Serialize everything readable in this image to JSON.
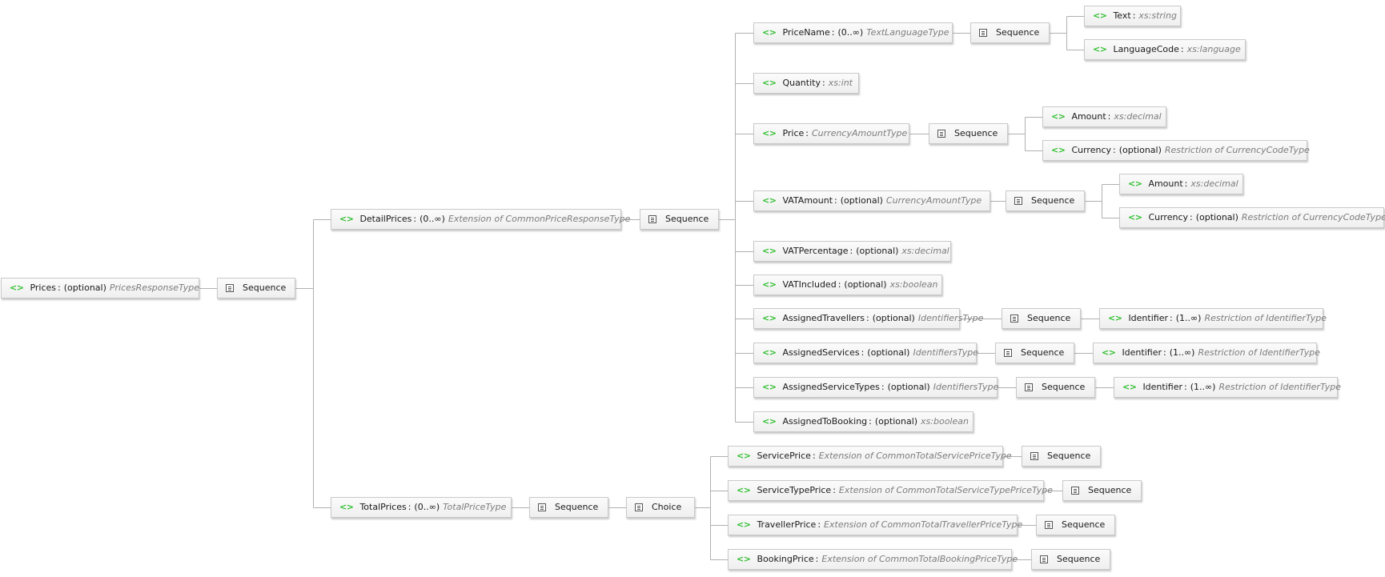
{
  "nodes": {
    "prices": {
      "name": "Prices",
      "card": "(optional)",
      "type": "PricesResponseType"
    },
    "seq_root": {
      "label": "Sequence"
    },
    "detail": {
      "name": "DetailPrices",
      "card": "(0..∞)",
      "type": "Extension of CommonPriceResponseType"
    },
    "seq_detail": {
      "label": "Sequence"
    },
    "pricename": {
      "name": "PriceName",
      "card": "(0..∞)",
      "type": "TextLanguageType"
    },
    "seq_pn": {
      "label": "Sequence"
    },
    "text": {
      "name": "Text",
      "card": "",
      "type": "xs:string"
    },
    "langcode": {
      "name": "LanguageCode",
      "card": "",
      "type": "xs:language"
    },
    "quantity": {
      "name": "Quantity",
      "card": "",
      "type": "xs:int"
    },
    "price": {
      "name": "Price",
      "card": "",
      "type": "CurrencyAmountType"
    },
    "seq_price": {
      "label": "Sequence"
    },
    "amount1": {
      "name": "Amount",
      "card": "",
      "type": "xs:decimal"
    },
    "currency1": {
      "name": "Currency",
      "card": "(optional)",
      "type": "Restriction of CurrencyCodeType"
    },
    "vatamount": {
      "name": "VATAmount",
      "card": "(optional)",
      "type": "CurrencyAmountType"
    },
    "seq_vat": {
      "label": "Sequence"
    },
    "amount2": {
      "name": "Amount",
      "card": "",
      "type": "xs:decimal"
    },
    "currency2": {
      "name": "Currency",
      "card": "(optional)",
      "type": "Restriction of CurrencyCodeType"
    },
    "vatpct": {
      "name": "VATPercentage",
      "card": "(optional)",
      "type": "xs:decimal"
    },
    "vatinc": {
      "name": "VATIncluded",
      "card": "(optional)",
      "type": "xs:boolean"
    },
    "asgtrav": {
      "name": "AssignedTravellers",
      "card": "(optional)",
      "type": "IdentifiersType"
    },
    "seq_at": {
      "label": "Sequence"
    },
    "id1": {
      "name": "Identifier",
      "card": "(1..∞)",
      "type": "Restriction of IdentifierType"
    },
    "asgsvc": {
      "name": "AssignedServices",
      "card": "(optional)",
      "type": "IdentifiersType"
    },
    "seq_as": {
      "label": "Sequence"
    },
    "id2": {
      "name": "Identifier",
      "card": "(1..∞)",
      "type": "Restriction of IdentifierType"
    },
    "asgsvct": {
      "name": "AssignedServiceTypes",
      "card": "(optional)",
      "type": "IdentifiersType"
    },
    "seq_ast": {
      "label": "Sequence"
    },
    "id3": {
      "name": "Identifier",
      "card": "(1..∞)",
      "type": "Restriction of IdentifierType"
    },
    "asgbook": {
      "name": "AssignedToBooking",
      "card": "(optional)",
      "type": "xs:boolean"
    },
    "total": {
      "name": "TotalPrices",
      "card": "(0..∞)",
      "type": "TotalPriceType"
    },
    "seq_total": {
      "label": "Sequence"
    },
    "choice": {
      "label": "Choice"
    },
    "svcprice": {
      "name": "ServicePrice",
      "card": "",
      "type": "Extension of CommonTotalServicePriceType"
    },
    "seq_sp": {
      "label": "Sequence"
    },
    "svctprice": {
      "name": "ServiceTypePrice",
      "card": "",
      "type": "Extension of CommonTotalServiceTypePriceType"
    },
    "seq_stp": {
      "label": "Sequence"
    },
    "travprice": {
      "name": "TravellerPrice",
      "card": "",
      "type": "Extension of CommonTotalTravellerPriceType"
    },
    "seq_tp": {
      "label": "Sequence"
    },
    "bookprice": {
      "name": "BookingPrice",
      "card": "",
      "type": "Extension of CommonTotalBookingPriceType"
    },
    "seq_bp": {
      "label": "Sequence"
    }
  },
  "icons": {
    "element": "<>",
    "sequence": "sequence-icon",
    "choice": "choice-icon"
  },
  "colors": {
    "element_icon": "#2fbf2f",
    "type_text": "#7d7d7d",
    "connector": "#b0b0b0"
  }
}
